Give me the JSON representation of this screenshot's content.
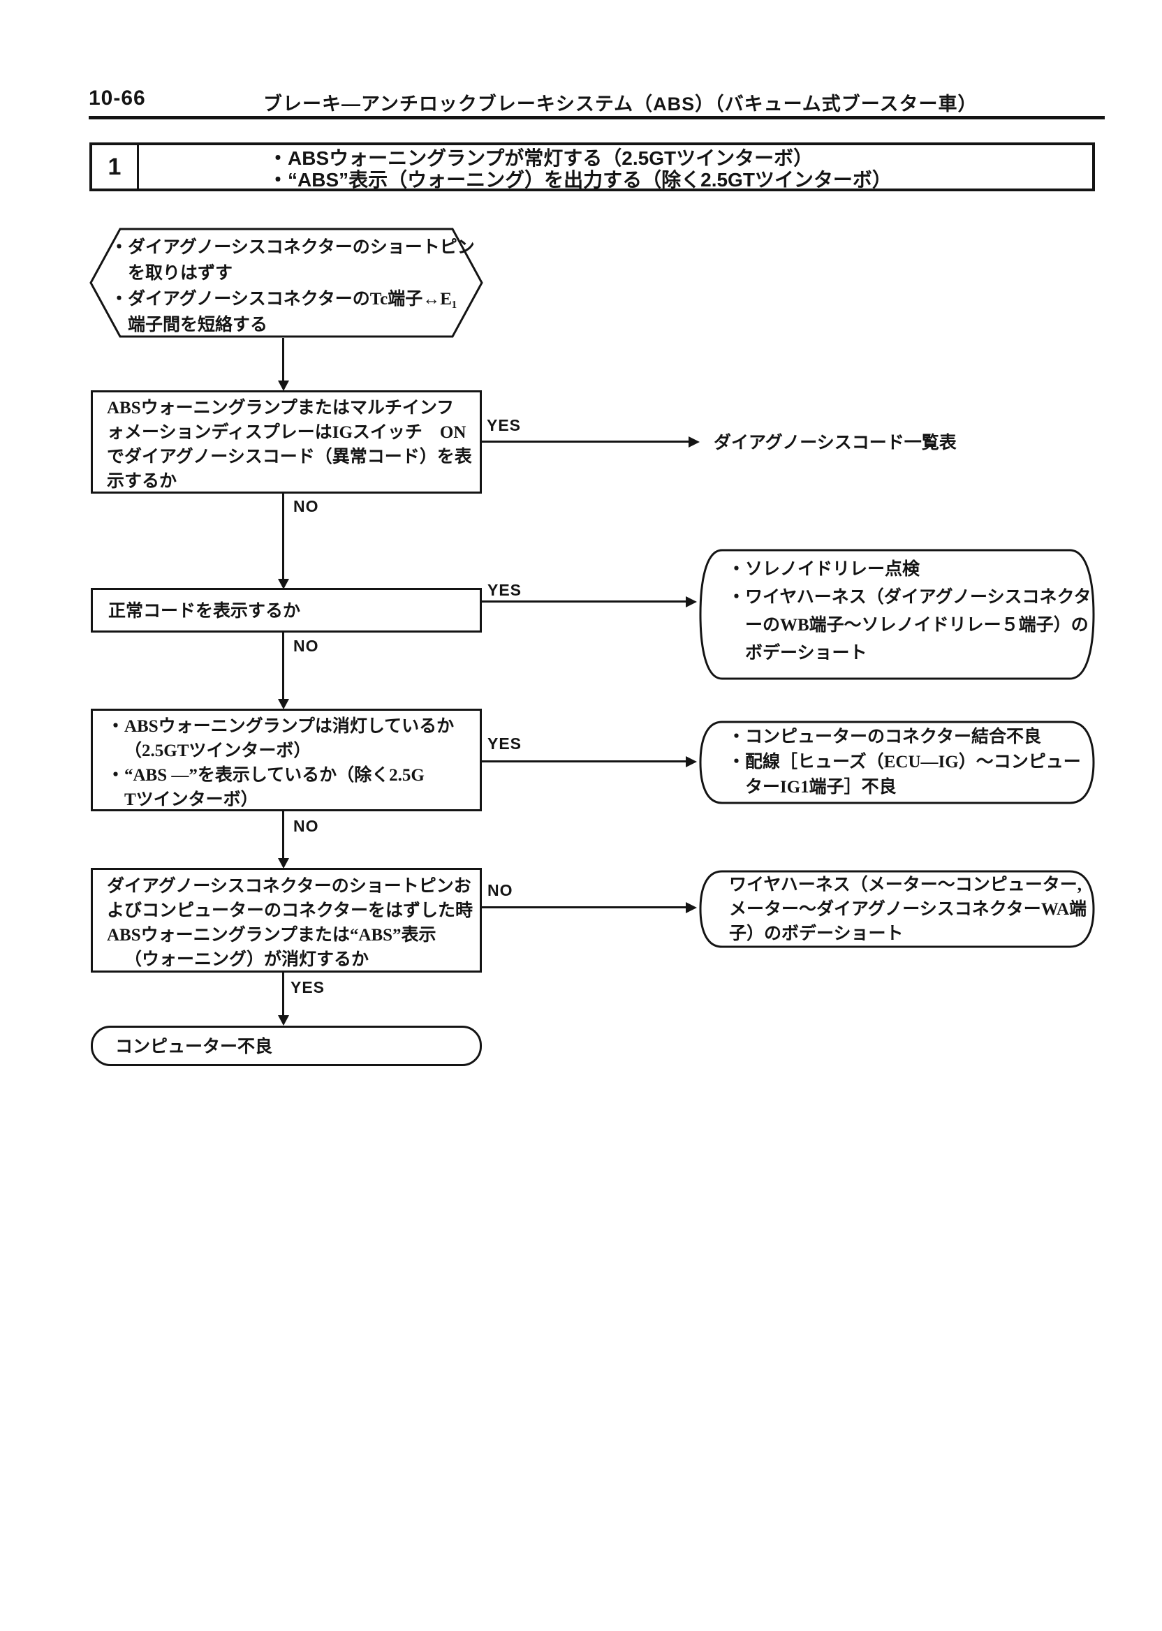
{
  "header": {
    "page_number": "10-66",
    "title": "ブレーキ―アンチロックブレーキシステム（ABS）（バキューム式ブースター車）"
  },
  "problem_box": {
    "number": "1",
    "line1": "・ABSウォーニングランプが常灯する（2.5GTツインターボ）",
    "line2": "・“ABS”表示（ウォーニング）を出力する（除く2.5GTツインターボ）"
  },
  "labels": {
    "yes": "YES",
    "no": "NO"
  },
  "flow": {
    "start": {
      "line1": "・ダイアグノーシスコネクターのショートピン",
      "line2": "を取りはずす",
      "line3": "・ダイアグノーシスコネクターのTc端子↔E₁",
      "line4": "端子間を短絡する"
    },
    "q1": {
      "line1": "ABSウォーニングランプまたはマルチインフ",
      "line2": "ォメーションディスプレーはIGスイッチ　ON",
      "line3": "でダイアグノーシスコード（異常コード）を表",
      "line4": "示するか"
    },
    "ref1": {
      "text": "ダイアグノーシスコード一覧表"
    },
    "q2": {
      "line1": "正常コードを表示するか"
    },
    "r1": {
      "line1": "・ソレノイドリレー点検",
      "line2": "・ワイヤハーネス（ダイアグノーシスコネクタ",
      "line3": "ーのWB端子～ソレノイドリレー５端子）の",
      "line4": "ボデーショート"
    },
    "q3": {
      "line1": "・ABSウォーニングランプは消灯しているか",
      "line2": "（2.5GTツインターボ）",
      "line3": "・“ABS —”を表示しているか（除く2.5G",
      "line4": "Tツインターボ）"
    },
    "r2": {
      "line1": "・コンピューターのコネクター結合不良",
      "line2": "・配線［ヒューズ（ECU—IG）～コンピュー",
      "line3": "ターIG1端子］不良"
    },
    "q4": {
      "line1": "ダイアグノーシスコネクターのショートピンお",
      "line2": "よびコンピューターのコネクターをはずした時",
      "line3": "ABSウォーニングランプまたは“ABS”表示",
      "line4": "（ウォーニング）が消灯するか"
    },
    "r3": {
      "line1": "ワイヤハーネス（メーター～コンピューター,",
      "line2": "メーター～ダイアグノーシスコネクターWA端",
      "line3": "子）のボデーショート"
    },
    "end": {
      "text": "コンピューター不良"
    }
  }
}
